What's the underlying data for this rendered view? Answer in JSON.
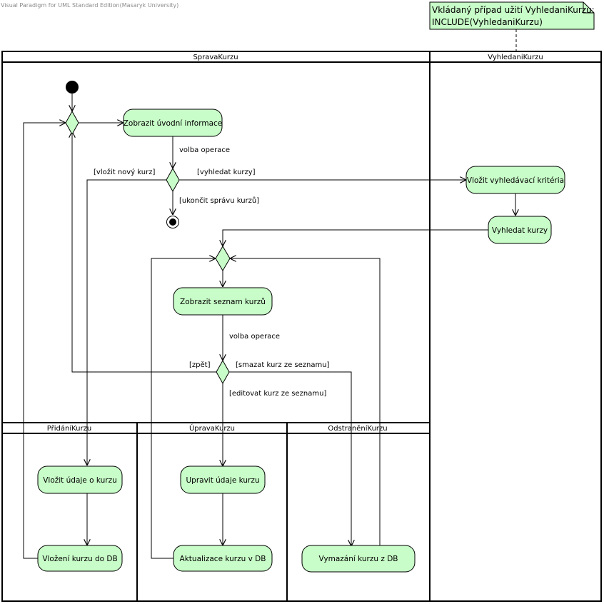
{
  "colors": {
    "fill": "#c8fcc8",
    "stroke": "#000000",
    "text": "#000000",
    "watermark": "#8a8a8a"
  },
  "watermark": "Visual Paradigm for UML Standard Edition(Masaryk University)",
  "note": {
    "line1": "Vkládaný případ užití VyhledaniKurzu:",
    "line2": "INCLUDE(VyhledaniKurzu)"
  },
  "lanes": {
    "sprava": "SpravaKurzu",
    "vyhledani": "VyhledaniKurzu",
    "pridani": "PřidáníKurzu",
    "uprava": "ÚpravaKurzu",
    "odstraneni": "OdstraněníKurzu"
  },
  "activities": {
    "zobrazit_uvodni": "Zobrazit úvodní informace",
    "vlozit_kriteria": "Vložit vyhledávací kritéria",
    "vyhledat_kurzy": "Vyhledat kurzy",
    "zobrazit_seznam": "Zobrazit seznam kurzů",
    "vlozit_udaje": "Vložit údaje o kurzu",
    "vlozeni_db": "Vložení kurzu do DB",
    "upravit_udaje": "Upravit údaje kurzu",
    "aktualizace_db": "Aktualizace kurzu v DB",
    "vymazani_db": "Vymazání kurzu z DB"
  },
  "labels": {
    "volba_operace_1": "volba operace",
    "vlozit_novy": "[vložit nový kurz]",
    "vyhledat": "[vyhledat kurzy]",
    "ukoncit": "[ukončit správu kurzů]",
    "volba_operace_2": "volba operace",
    "zpet": "[zpět]",
    "smazat": "[smazat kurz ze seznamu]",
    "editovat": "[editovat kurz ze seznamu]"
  }
}
